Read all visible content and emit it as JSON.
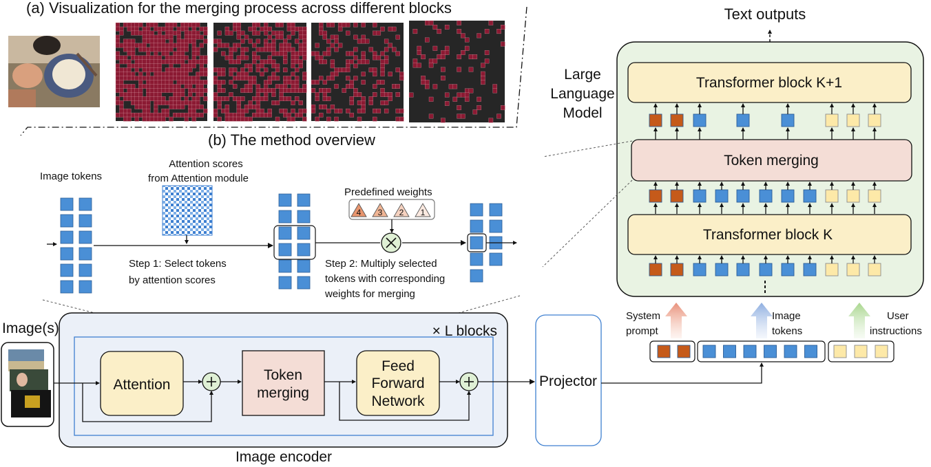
{
  "panel_a": {
    "title": "(a) Visualization for the merging process across different blocks"
  },
  "panel_b": {
    "title": "(b) The method overview",
    "image_tokens_label": "Image tokens",
    "attention_label_1": "Attention scores",
    "attention_label_2": "from Attention module",
    "step1_line1": "Step 1: Select tokens",
    "step1_line2": "by attention scores",
    "predefined_weights_label": "Predefined weights",
    "weights": [
      "4",
      "3",
      "2",
      "1"
    ],
    "step2_line1": "Step 2: Multiply selected",
    "step2_line2": "tokens with corresponding",
    "step2_line3": "weights for merging"
  },
  "encoder": {
    "input_label": "Image(s)",
    "blocks_label": "× L blocks",
    "attention_label": "Attention",
    "token_merging_line1": "Token",
    "token_merging_line2": "merging",
    "ffn_line1": "Feed",
    "ffn_line2": "Forward",
    "ffn_line3": "Network",
    "encoder_label": "Image encoder",
    "projector_label": "Projector"
  },
  "llm": {
    "text_outputs": "Text outputs",
    "llm_line1": "Large",
    "llm_line2": "Language",
    "llm_line3": "Model",
    "block_k1": "Transformer block K+1",
    "token_merging": "Token merging",
    "block_k": "Transformer block K",
    "system_prompt_line1": "System",
    "system_prompt_line2": "prompt",
    "image_tokens_line1": "Image",
    "image_tokens_line2": "tokens",
    "user_instr_line1": "User",
    "user_instr_line2": "instructions"
  },
  "colors": {
    "token_blue": "#4a8fd6",
    "token_orange": "#c55a1a",
    "token_yellow": "#fde9a8",
    "merge_pink": "#f4ddd6",
    "block_yellow": "#fbefc8",
    "llm_green": "#e9f3e3",
    "encoder_blue": "#ebf0f8",
    "heat_red": "#8b1a33",
    "heat_dark": "#262626"
  },
  "icons": [
    "plus-circle-icon",
    "times-circle-icon",
    "arrow-icon"
  ]
}
